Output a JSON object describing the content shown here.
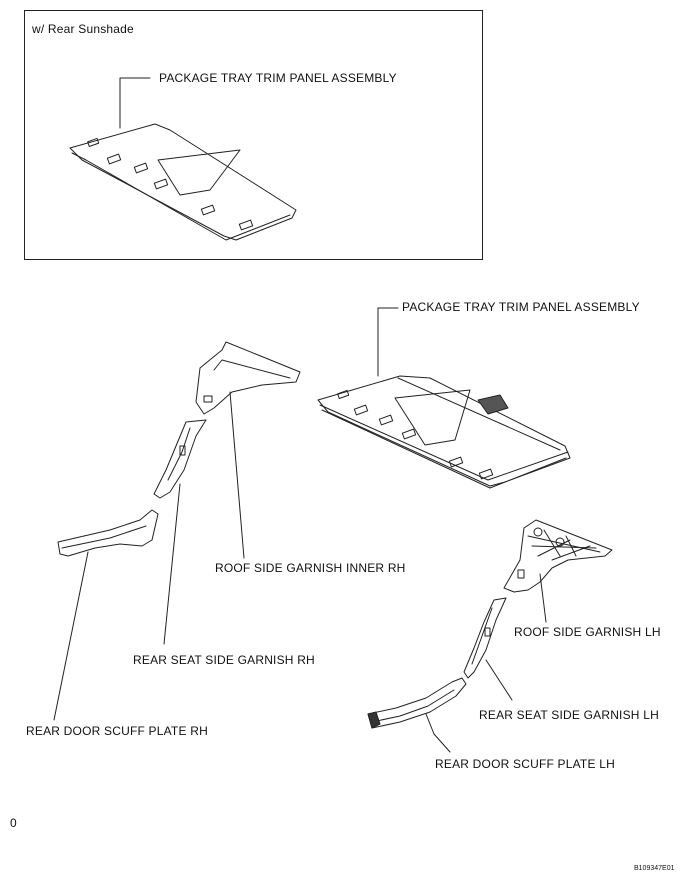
{
  "inset": {
    "condition": "w/ Rear Sunshade",
    "package_tray_label": "PACKAGE TRAY TRIM PANEL ASSEMBLY"
  },
  "main": {
    "package_tray_label": "PACKAGE TRAY TRIM PANEL ASSEMBLY",
    "roof_side_garnish_inner_rh": "ROOF SIDE  GARNISH INNER RH",
    "rear_seat_side_garnish_rh": "REAR SEAT SIDE GARNISH RH",
    "rear_door_scuff_plate_rh": "REAR DOOR SCUFF PLATE RH",
    "roof_side_garnish_lh": "ROOF SIDE GARNISH LH",
    "rear_seat_side_garnish_lh": "REAR SEAT SIDE GARNISH LH",
    "rear_door_scuff_plate_lh": "REAR DOOR SCUFF PLATE LH"
  },
  "footer": {
    "left_mark": "0",
    "figure_code": "B109347E01"
  }
}
